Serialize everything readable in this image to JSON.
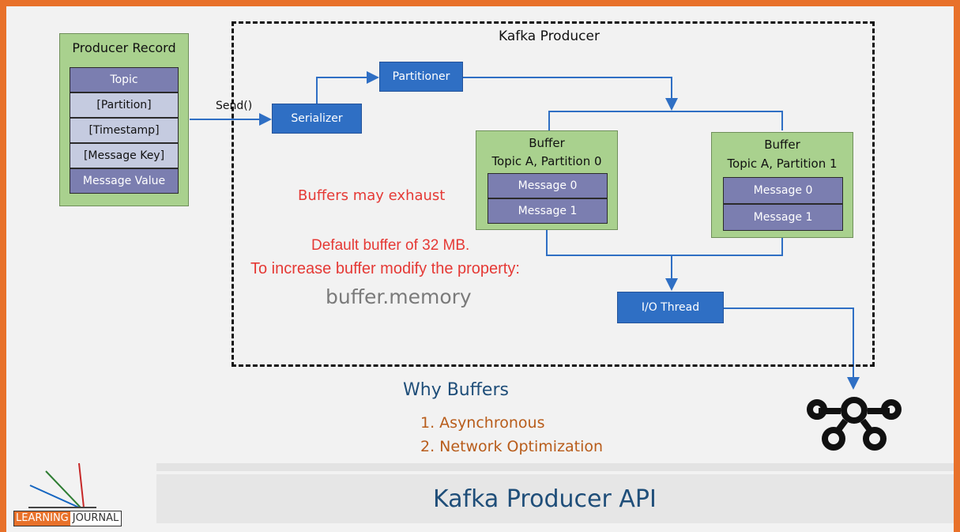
{
  "producer_record": {
    "title": "Producer Record",
    "fields": [
      "Topic",
      "[Partition]",
      "[Timestamp]",
      "[Message Key]",
      "Message Value"
    ]
  },
  "send_label": "Send()",
  "kafka_producer": {
    "title": "Kafka Producer",
    "serializer": "Serializer",
    "partitioner": "Partitioner",
    "buffers": [
      {
        "title": "Buffer",
        "subtitle": "Topic A, Partition 0",
        "messages": [
          "Message 0",
          "Message 1"
        ]
      },
      {
        "title": "Buffer",
        "subtitle": "Topic A, Partition 1",
        "messages": [
          "Message 0",
          "Message 1"
        ]
      }
    ],
    "io_thread": "I/O Thread"
  },
  "notes": {
    "exhaust": "Buffers may exhaust",
    "default_line1": "Default buffer of 32 MB.",
    "default_line2": "To increase buffer modify the property:",
    "property": "buffer.memory"
  },
  "why_buffers": {
    "title": "Why Buffers",
    "items": [
      "1. Asynchronous",
      "2. Network Optimization"
    ]
  },
  "footer": {
    "title": "Kafka Producer API",
    "logo_left": "LEARNING",
    "logo_right": "JOURNAL"
  },
  "colors": {
    "accent_orange": "#e8712a",
    "box_green": "#a9d18e",
    "box_blue": "#2f6fc4",
    "red_text": "#e53935",
    "title_blue": "#1f4e79",
    "list_brown": "#b85c1a"
  }
}
